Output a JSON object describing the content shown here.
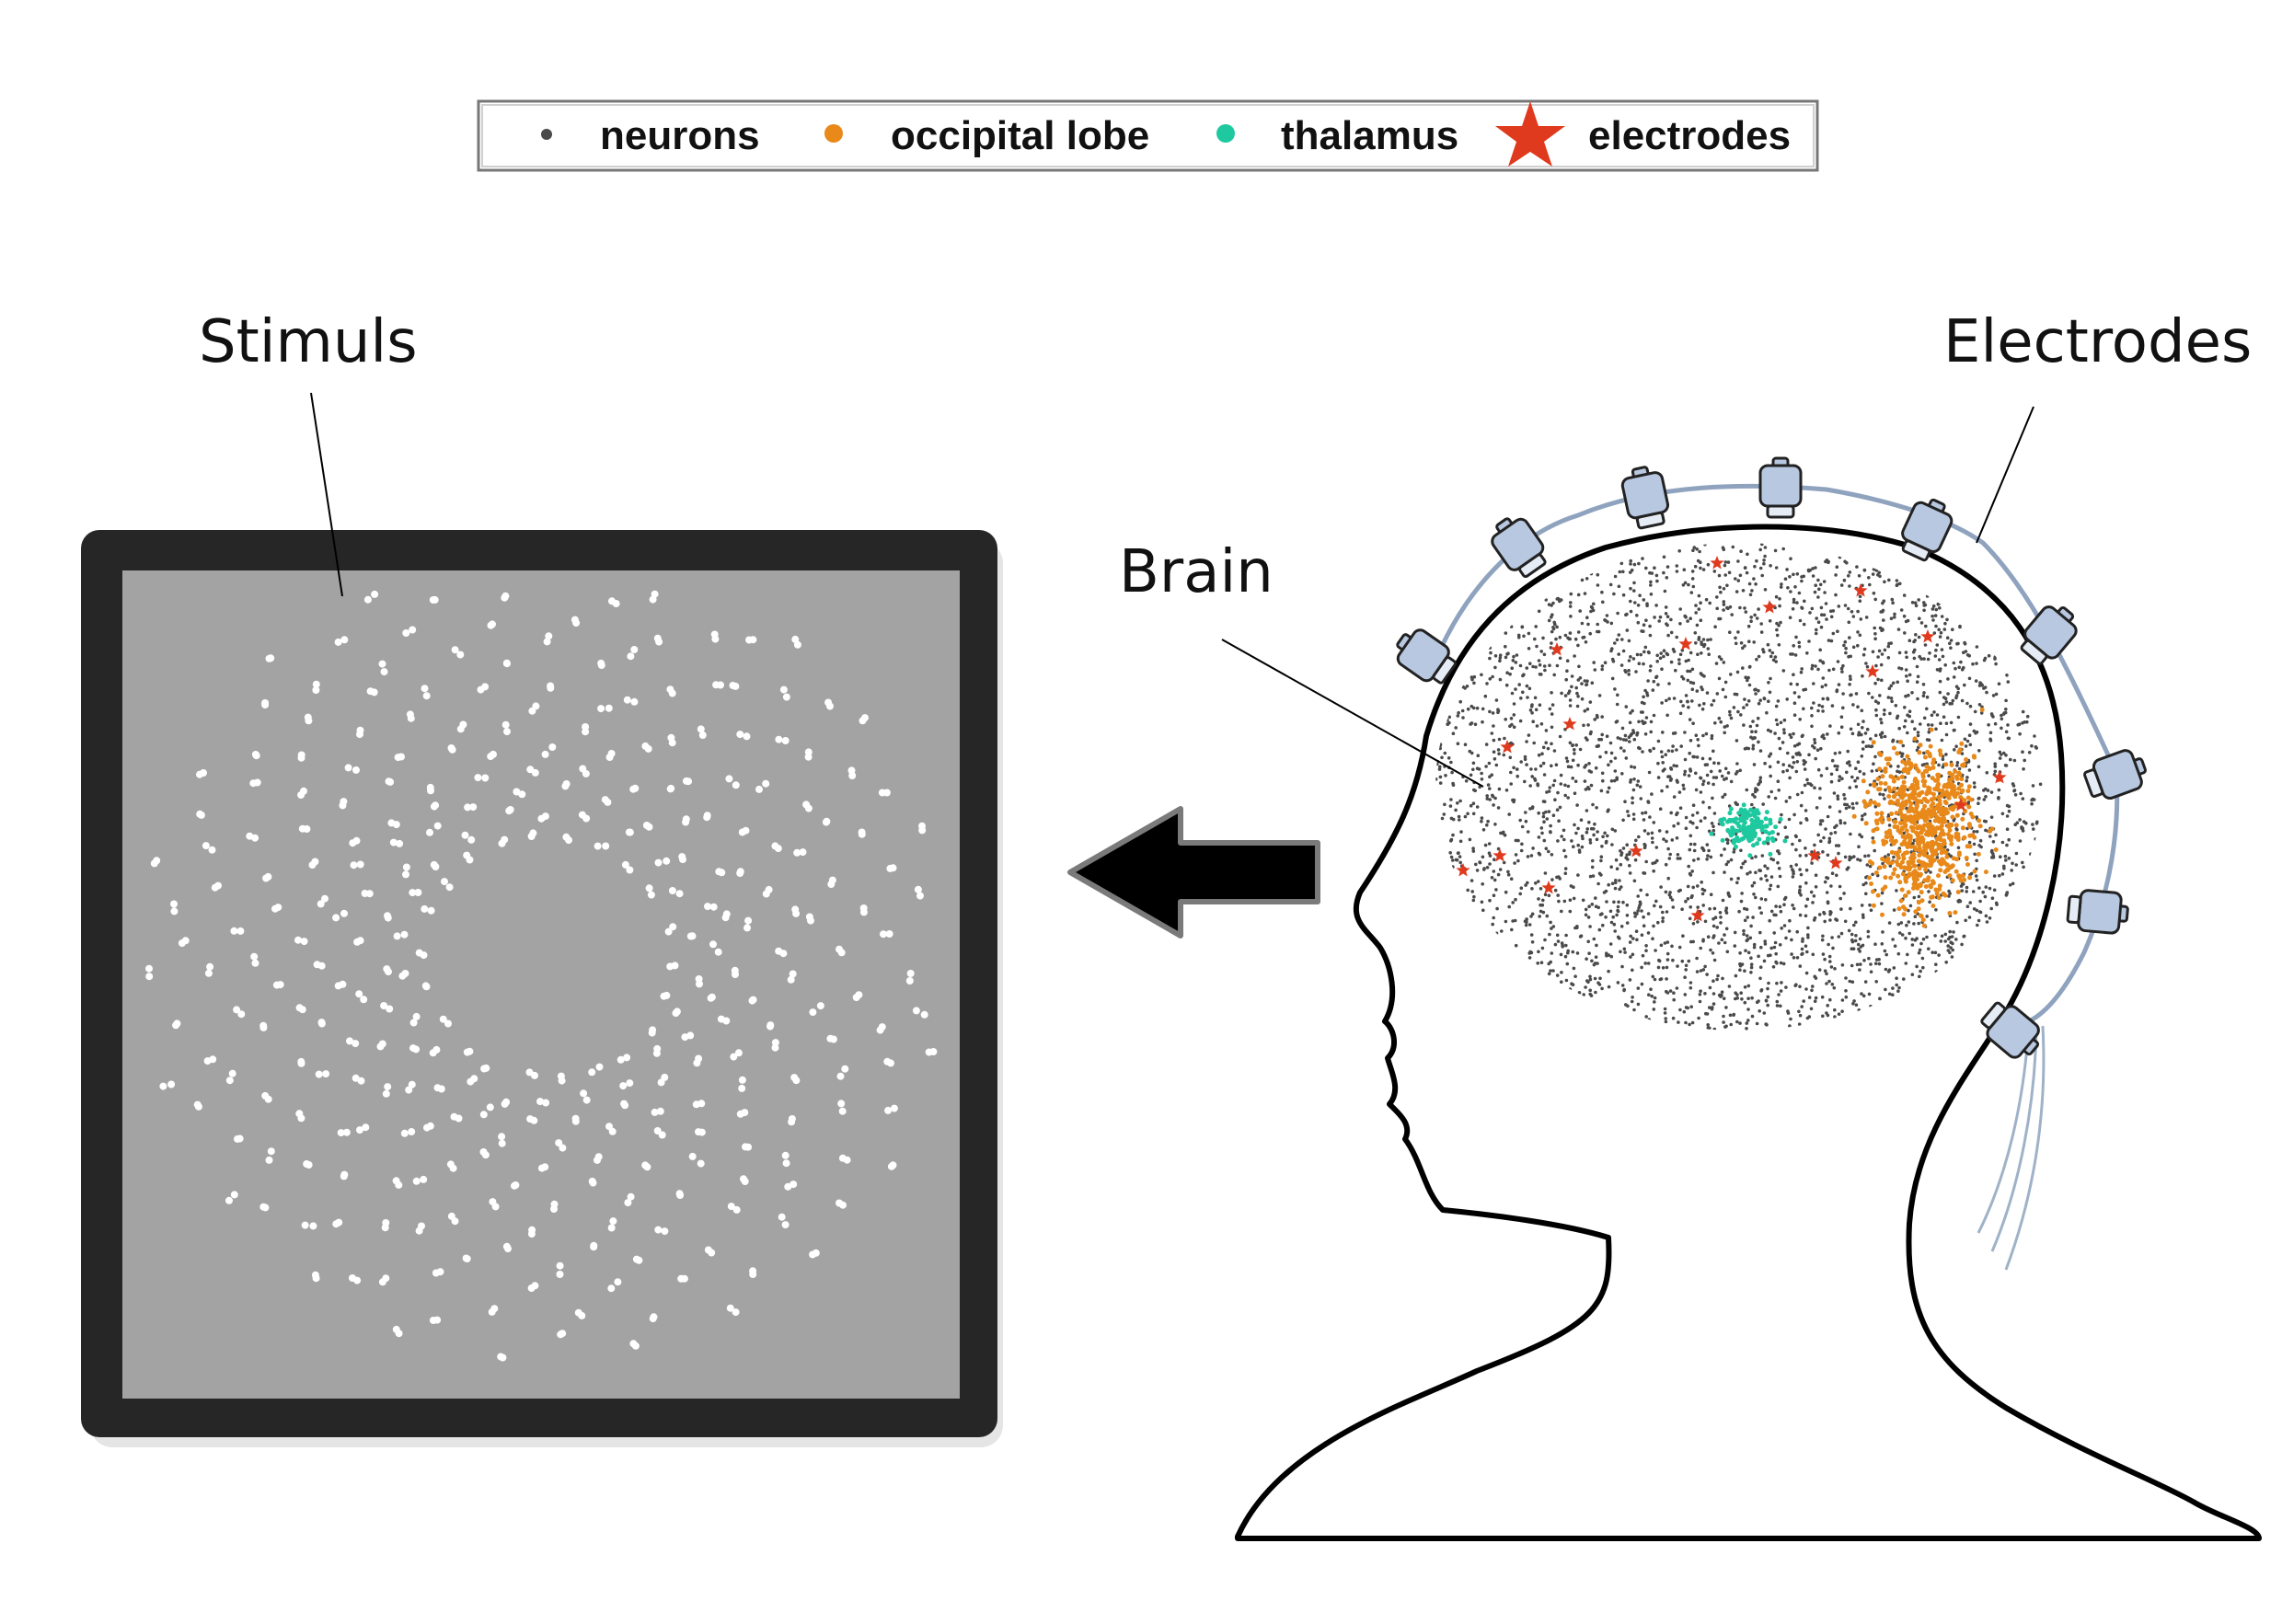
{
  "labels": {
    "stimulus": "Stimuls",
    "electrodes": "Electrodes",
    "brain": "Brain"
  },
  "legend": [
    {
      "label": "neurons",
      "marker": "dot",
      "color": "#4a4a4a"
    },
    {
      "label": "occipital lobe",
      "marker": "dot",
      "color": "#e8891a"
    },
    {
      "label": "thalamus",
      "marker": "dot",
      "color": "#1fc9a0"
    },
    {
      "label": "electrodes",
      "marker": "star",
      "color": "#e03a1e"
    }
  ],
  "colors": {
    "neurons": "#4a4a4a",
    "occipital_lobe": "#e8891a",
    "thalamus": "#1fc9a0",
    "electrodes": "#e03a1e",
    "screen_frame": "#262626",
    "screen_background": "#a3a3a3",
    "stimulus_dots": "#ffffff",
    "electrode_cap": "#b8c8e0",
    "head_outline": "#000000"
  },
  "icons": {
    "direction_arrow": "left-arrow-icon",
    "electrode_sensor": "electrode-sensor-icon"
  }
}
